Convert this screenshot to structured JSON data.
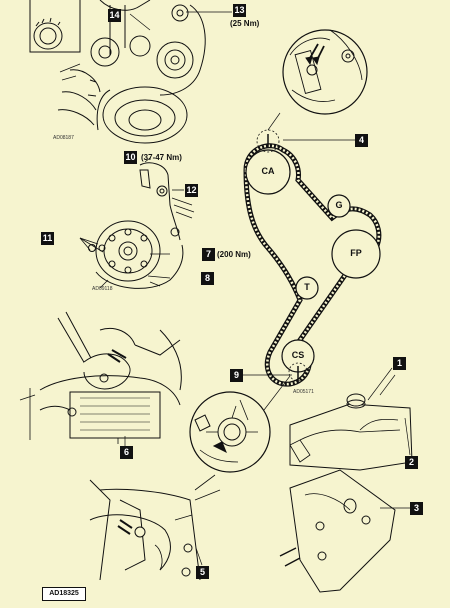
{
  "callouts": {
    "c1": "1",
    "c2": "2",
    "c3": "3",
    "c4": "4",
    "c5": "5",
    "c6": "6",
    "c7": "7",
    "c8": "8",
    "c9": "9",
    "c10": "10",
    "c11": "11",
    "c12": "12",
    "c13": "13",
    "c14": "14"
  },
  "torques": {
    "t13": "(25 Nm)",
    "t10": "(37-47 Nm)",
    "t7": "(200 Nm)"
  },
  "pulleys": {
    "camshaft": "CA",
    "guide": "G",
    "fuel_pump": "FP",
    "tensioner": "T",
    "crankshaft": "CS"
  },
  "refs": {
    "r1": "AD08187",
    "r2": "AD09118",
    "r3": "AD05171"
  },
  "footer": "AD18325",
  "colors": {
    "background": "#f6f4cf",
    "ink": "#111111"
  }
}
